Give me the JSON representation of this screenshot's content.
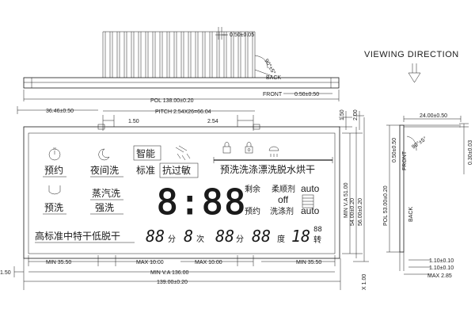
{
  "views": {
    "viewing_direction": "VIEWING DIRECTION",
    "back": "BACK",
    "front": "FRONT"
  },
  "dims": {
    "pin_width": "0.50±0.05",
    "pin_angle": "90°±5°",
    "pol_top": "POL 138.00±0.20",
    "front_offset": "0.50±0.50",
    "left_offset": "36.46±0.50",
    "pitch": "PITCH 2.54X26=66.04",
    "pitch_left": "1.50",
    "pitch_right": "2.54",
    "right_top_a": "1.50",
    "right_top_b": "2.00",
    "min_va_height": "MIN V.A 51.00",
    "height_54": "54.00±0.20",
    "height_56": "56.00±0.20",
    "min_left": "MIN 35.50",
    "max_left": "MAX 10.00",
    "max_mid": "MAX 10.00",
    "min_right": "MIN 35.50",
    "left_edge": "1.50",
    "min_va_width": "MIN V.A 136.00",
    "total_width": "139.00±0.20",
    "x_max": "X 1.00",
    "side_top": "24.00±0.50",
    "side_front_offset": "0.50±0.50",
    "side_angle": "90°±5°",
    "side_pol": "POL 53.00±0.20",
    "side_right": "0.30±0.03",
    "side_t1": "1.10±0.10",
    "side_t2": "1.10±0.10",
    "side_max": "MAX 2.85"
  },
  "segments": {
    "reserve": "预约",
    "night": "夜间洗",
    "smart": "智能",
    "standard": "标准",
    "antibac": "抗过敏",
    "prewash": "预洗",
    "steam": "蒸汽洗",
    "strong": "强洗",
    "program_row": "预洗洗涤漂洗脱水烘干",
    "remain": "剩余",
    "softener": "柔顺剂",
    "off": "off",
    "auto1": "auto",
    "reserve2": "预约",
    "detergent": "洗涤剂",
    "auto2": "auto",
    "speed_row": "高标准中特干低脱干",
    "digits_main": "8:88",
    "d1": "88",
    "u_min": "分",
    "d2": "8",
    "u_times": "次",
    "d3": "88",
    "u_min2": "分",
    "d4": "88",
    "u_degree": "度",
    "d5": "18",
    "d5_small": "88",
    "u_rev": "转"
  }
}
